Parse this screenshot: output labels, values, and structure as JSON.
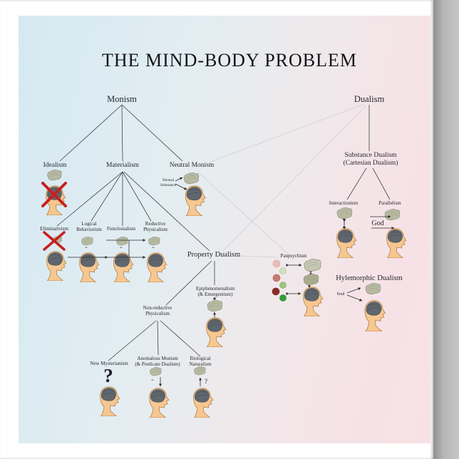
{
  "title": "THE MIND-BODY PROBLEM",
  "nodes": {
    "monism": {
      "label": "Monism"
    },
    "dualism": {
      "label": "Dualism"
    },
    "idealism": {
      "label": "Idealism"
    },
    "materialism": {
      "label": "Materialism"
    },
    "neutral_monism": {
      "label": "Neutral Monism"
    },
    "substance_dualism": {
      "label": "Substance Dualism",
      "sublabel": "(Cartesian Dualism)"
    },
    "eliminativism": {
      "label": "Eliminativism"
    },
    "logical_behaviorism": {
      "label": "Logical Behaviorism"
    },
    "functionalism": {
      "label": "Functionalism"
    },
    "reductive_physicalism": {
      "label": "Reductive Physicalism"
    },
    "property_dualism": {
      "label": "Property Dualism"
    },
    "panpsychism": {
      "label": "Panpsychism"
    },
    "interactionism": {
      "label": "Interactionism"
    },
    "parallelism": {
      "label": "Parallelism"
    },
    "epiphenomenalism": {
      "label": "Epiphenomenalism",
      "sublabel": "(& Emergentism)"
    },
    "nonreductive_physicalism": {
      "label": "Non-reductive Physicalism"
    },
    "hylemorphic_dualism": {
      "label": "Hylemorphic Dualism"
    },
    "new_mysterianism": {
      "label": "New Mysterianism"
    },
    "anomalous_monism": {
      "label": "Anomalous Monism",
      "sublabel": "(& Predicate Dualism)"
    },
    "biological_naturalism": {
      "label": "Biological Naturalism"
    }
  },
  "annotations": {
    "neutral_substance": "Neutral Substance",
    "god": "God",
    "soul": "Soul",
    "identity_sign": "≡",
    "big_question": "?",
    "small_question": "?"
  },
  "structure": {
    "monism_children": [
      "Idealism",
      "Materialism",
      "Neutral Monism"
    ],
    "materialism_children": [
      "Eliminativism",
      "Logical Behaviorism",
      "Functionalism",
      "Reductive Physicalism",
      "Property Dualism"
    ],
    "property_dualism_children": [
      "Non-reductive Physicalism",
      "Epiphenomenalism (& Emergentism)"
    ],
    "nonreductive_physicalism_children": [
      "New Mysterianism",
      "Anomalous Monism (& Predicate Dualism)",
      "Biological Naturalism"
    ],
    "dualism_children": [
      "Substance Dualism (Cartesian Dualism)"
    ],
    "substance_dualism_children": [
      "Interactionism",
      "Parallelism"
    ],
    "faint_links": [
      "Dualism–Neutral Monism",
      "Dualism–Property Dualism",
      "Neutral Monism–Panpsychism",
      "Property Dualism–Panpsychism"
    ]
  },
  "colors": {
    "background_left": "#d5e9f2",
    "background_right": "#f8e1e5",
    "skin": "#f6c791",
    "brain_dark": "#5f666e",
    "brain_light": "#b7baa2",
    "cross_red": "#c81f1f",
    "edge": "#3e3e42"
  }
}
